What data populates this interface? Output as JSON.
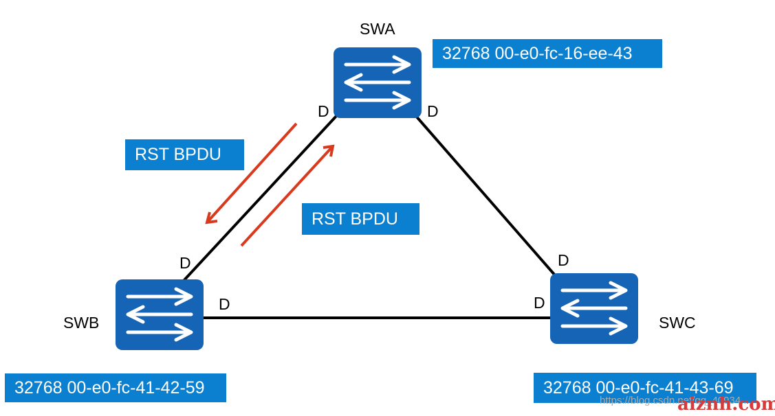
{
  "colors": {
    "switch": "#1564b6",
    "box": "#0b80d0",
    "link": "#000000",
    "bpdu_arrow": "#d93a1d"
  },
  "switches": {
    "swa": {
      "name": "SWA",
      "id": "32768 00-e0-fc-16-ee-43",
      "icon": "switch-icon"
    },
    "swb": {
      "name": "SWB",
      "id": "32768 00-e0-fc-41-42-59",
      "icon": "switch-icon"
    },
    "swc": {
      "name": "SWC",
      "id": "32768 00-e0-fc-41-43-69",
      "icon": "switch-icon"
    }
  },
  "ports": {
    "swa_left": "D",
    "swa_right": "D",
    "swb_top": "D",
    "swb_right": "D",
    "swc_top": "D",
    "swc_left": "D"
  },
  "bpdu": {
    "label_down": "RST BPDU",
    "label_up": "RST BPDU"
  },
  "watermark": {
    "url": "https://blog.csdn.net/qq_40934...",
    "brand": "aiznh.com"
  }
}
